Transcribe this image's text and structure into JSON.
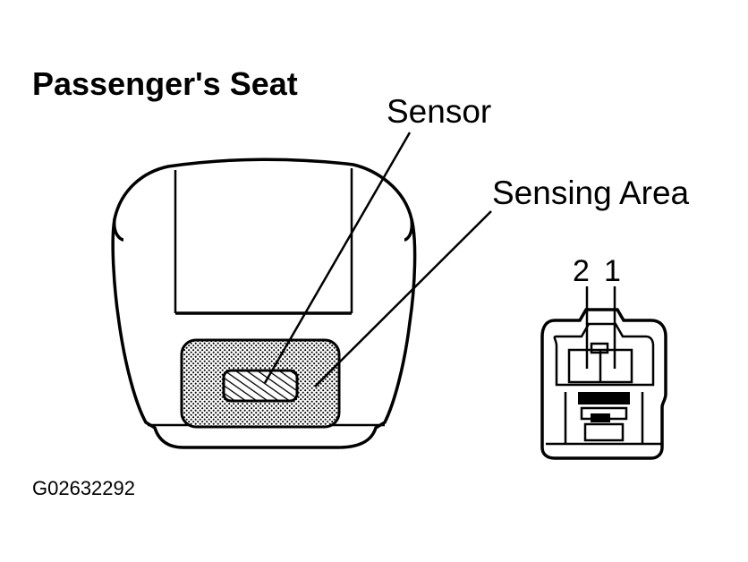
{
  "title": "Passenger's Seat",
  "labels": {
    "sensor": "Sensor",
    "sensing_area": "Sensing Area",
    "pin_2": "2",
    "pin_1": "1"
  },
  "figure_code": "G02632292",
  "colors": {
    "ink": "#000000",
    "background": "#ffffff"
  }
}
